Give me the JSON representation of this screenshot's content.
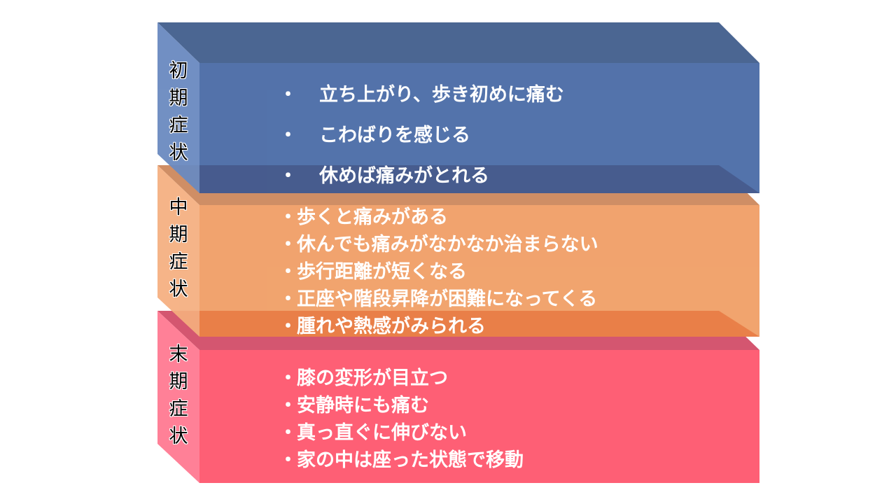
{
  "diagram": {
    "type": "stacked-3d-blocks",
    "stages": [
      {
        "id": "early",
        "label": "初期症状",
        "label_chars": [
          "初",
          "期",
          "症",
          "状"
        ],
        "colors": {
          "front": "#4A6BA6",
          "top": "#425E8D",
          "side": "#6A8AC0"
        },
        "bullet": "・",
        "items": [
          "立ち上がり、歩き初めに痛む",
          "こわばりを感じる",
          "休めば痛みがとれる"
        ]
      },
      {
        "id": "middle",
        "label": "中期症状",
        "label_chars": [
          "中",
          "期",
          "症",
          "状"
        ],
        "colors": {
          "front": "#F09C62",
          "top": "#CC8558",
          "side": "#F5AE7E"
        },
        "bullet": "・",
        "items": [
          "歩くと痛みがある",
          "休んでも痛みがなかなか治まらない",
          "歩行距離が短くなる",
          "正座や階段昇降が困難になってくる",
          "腫れや熱感がみられる"
        ]
      },
      {
        "id": "late",
        "label": "末期症状",
        "label_chars": [
          "末",
          "期",
          "症",
          "状"
        ],
        "colors": {
          "front": "#FE5F75",
          "top": "#D45670",
          "side": "#FF8097"
        },
        "bullet": "・",
        "items": [
          "膝の変形が目立つ",
          "安静時にも痛む",
          "真っ直ぐに伸びない",
          "家の中は座った状態で移動"
        ]
      }
    ]
  }
}
